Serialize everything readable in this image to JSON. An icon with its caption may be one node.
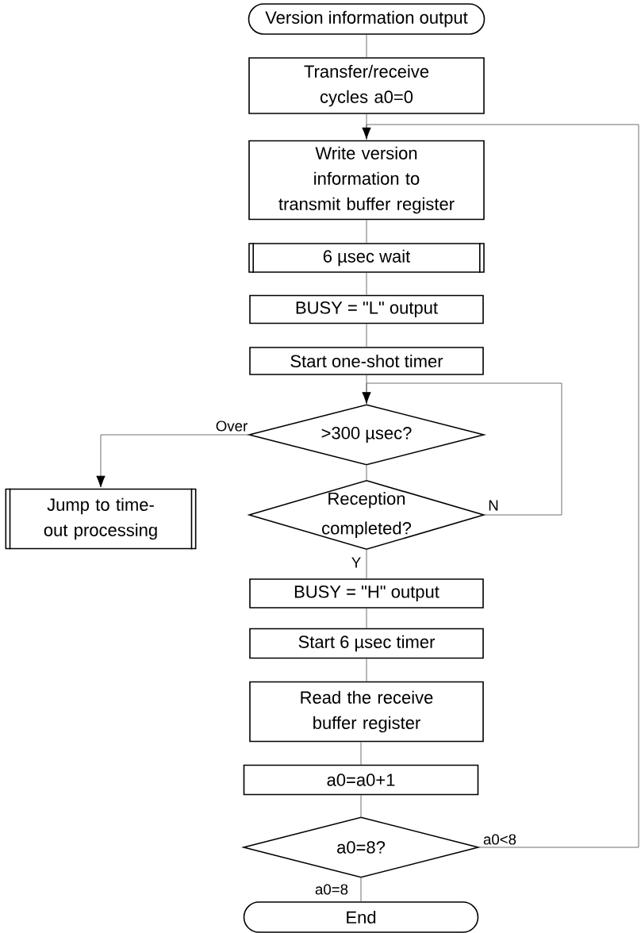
{
  "diagram": {
    "nodes": [
      {
        "text": [
          "Version information output"
        ]
      },
      {
        "text": [
          "Transfer/receive cycles a0=0"
        ]
      },
      {
        "text": [
          "Write version information to transmit buffer register"
        ]
      },
      {
        "text": [
          "6 µsec wait"
        ]
      },
      {
        "text": [
          "BUSY = \"L\" output"
        ]
      },
      {
        "text": [
          "Start one-shot timer"
        ]
      },
      {
        "text": [
          ">300 µsec?"
        ]
      },
      {
        "text": [
          "Reception completed?"
        ]
      },
      {
        "text": [
          "Jump to time-out processing"
        ]
      },
      {
        "text": [
          "BUSY = \"H\" output"
        ]
      },
      {
        "text": [
          "Start 6 µsec timer"
        ]
      },
      {
        "text": [
          "Read the receive buffer register"
        ]
      },
      {
        "text": [
          "a0=a0+1"
        ]
      },
      {
        "text": [
          "a0=8?"
        ]
      },
      {
        "text": [
          "End"
        ]
      }
    ],
    "edges": [
      {
        "from": 0,
        "to": 1,
        "arrow": "none"
      },
      {
        "from": 1,
        "to": 2,
        "arrow": "none"
      },
      {
        "from": 2,
        "to": 3,
        "arrow": "none"
      },
      {
        "from": 3,
        "to": 4,
        "arrow": "none"
      },
      {
        "from": 4,
        "to": 5,
        "arrow": "none"
      },
      {
        "from": 5,
        "to": 6,
        "arrow": "none"
      },
      {
        "from": 6,
        "to": 7,
        "arrow": "none"
      },
      {
        "from": 6,
        "to": 8,
        "arrow": "to",
        "label": "Over"
      },
      {
        "from": 7,
        "to": 6,
        "arrow": "to",
        "label": "N"
      },
      {
        "from": 7,
        "to": 9,
        "arrow": "none",
        "label": "Y"
      },
      {
        "from": 9,
        "to": 10,
        "arrow": "none"
      },
      {
        "from": 10,
        "to": 11,
        "arrow": "none"
      },
      {
        "from": 11,
        "to": 12,
        "arrow": "none"
      },
      {
        "from": 12,
        "to": 13,
        "arrow": "none"
      },
      {
        "from": 13,
        "to": 14,
        "arrow": "none",
        "label": "a0=8"
      },
      {
        "from": 13,
        "to": 2,
        "arrow": "to",
        "label": "a0<8"
      }
    ]
  }
}
